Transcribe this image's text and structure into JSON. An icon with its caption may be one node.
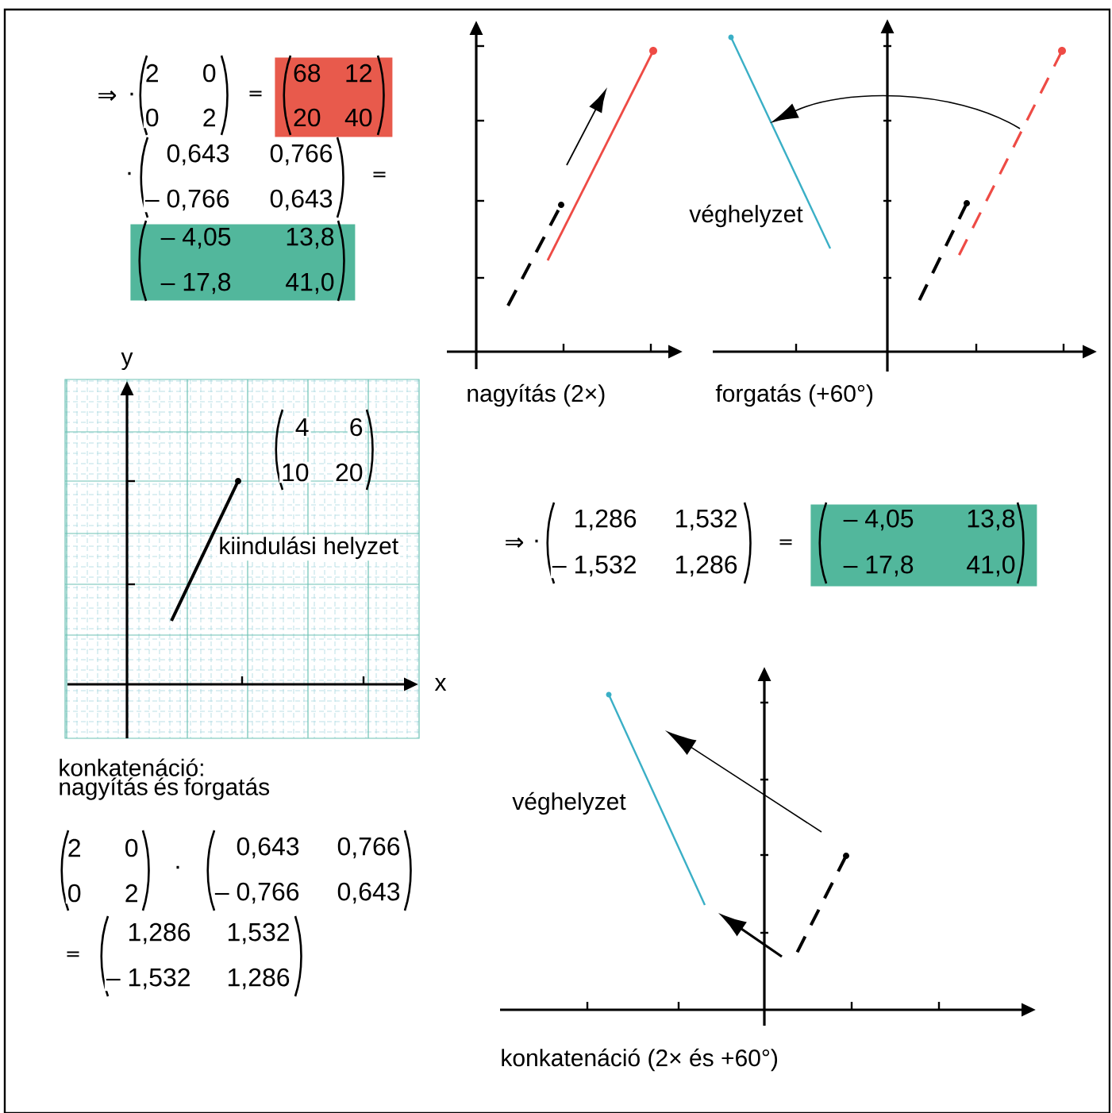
{
  "diagram": {
    "nodes": [
      {
        "text": [
          "68",
          "12",
          "20",
          "40"
        ]
      },
      {
        "text": [
          "– 4,05",
          "13,8",
          "– 17,8",
          "41,0"
        ]
      },
      {
        "text": [
          "– 4,05",
          "13,8",
          "– 17,8",
          "41,0"
        ]
      }
    ],
    "labels": [
      "⇒",
      "·",
      "2",
      "0",
      "0",
      "2",
      "=",
      "·",
      "0,643",
      "0,766",
      "– 0,766",
      "0,643",
      "=",
      "véghelyzet",
      "nagyítás (2×)",
      "forgatás (+60°)",
      "y",
      "4",
      "6",
      "10",
      "20",
      "kiindulási helyzet",
      "x",
      "⇒",
      "·",
      "1,286",
      "1,532",
      "– 1,532",
      "1,286",
      "=",
      "konkatenáció: nagyítás és forgatás",
      "2",
      "0",
      "0",
      "2",
      "·",
      "0,643",
      "0,766",
      "– 0,766",
      "0,643",
      "=",
      "1,286",
      "1,532",
      "– 1,532",
      "1,286",
      "véghelyzet",
      "konkatenáció (2× és +60°)"
    ]
  }
}
